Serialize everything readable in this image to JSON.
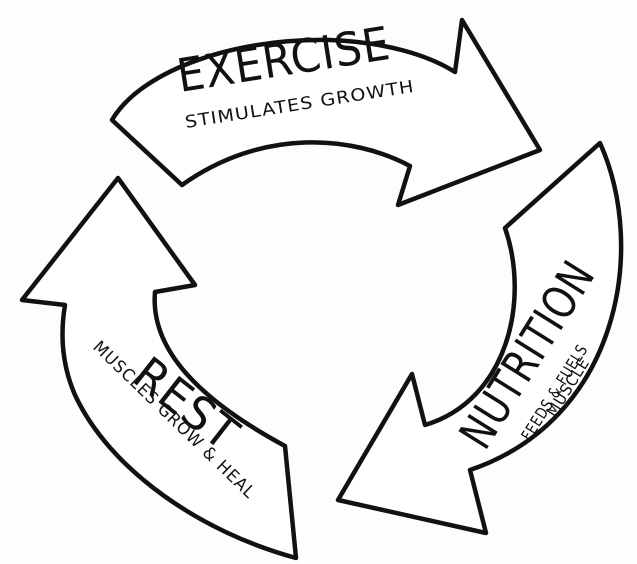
{
  "cycle": {
    "exercise": {
      "title": "EXERCISE",
      "subtitle": "STIMULATES GROWTH"
    },
    "nutrition": {
      "title": "NUTRITION",
      "subtitle_1": "FEEDS & FUELS",
      "subtitle_2": "MUSCLE"
    },
    "rest": {
      "title": "REST",
      "subtitle": "MUSCLES GROW & HEAL"
    }
  },
  "colors": {
    "ink": "#111111",
    "paper": "#fdfdfb",
    "arrow_fill": "#ffffff"
  }
}
